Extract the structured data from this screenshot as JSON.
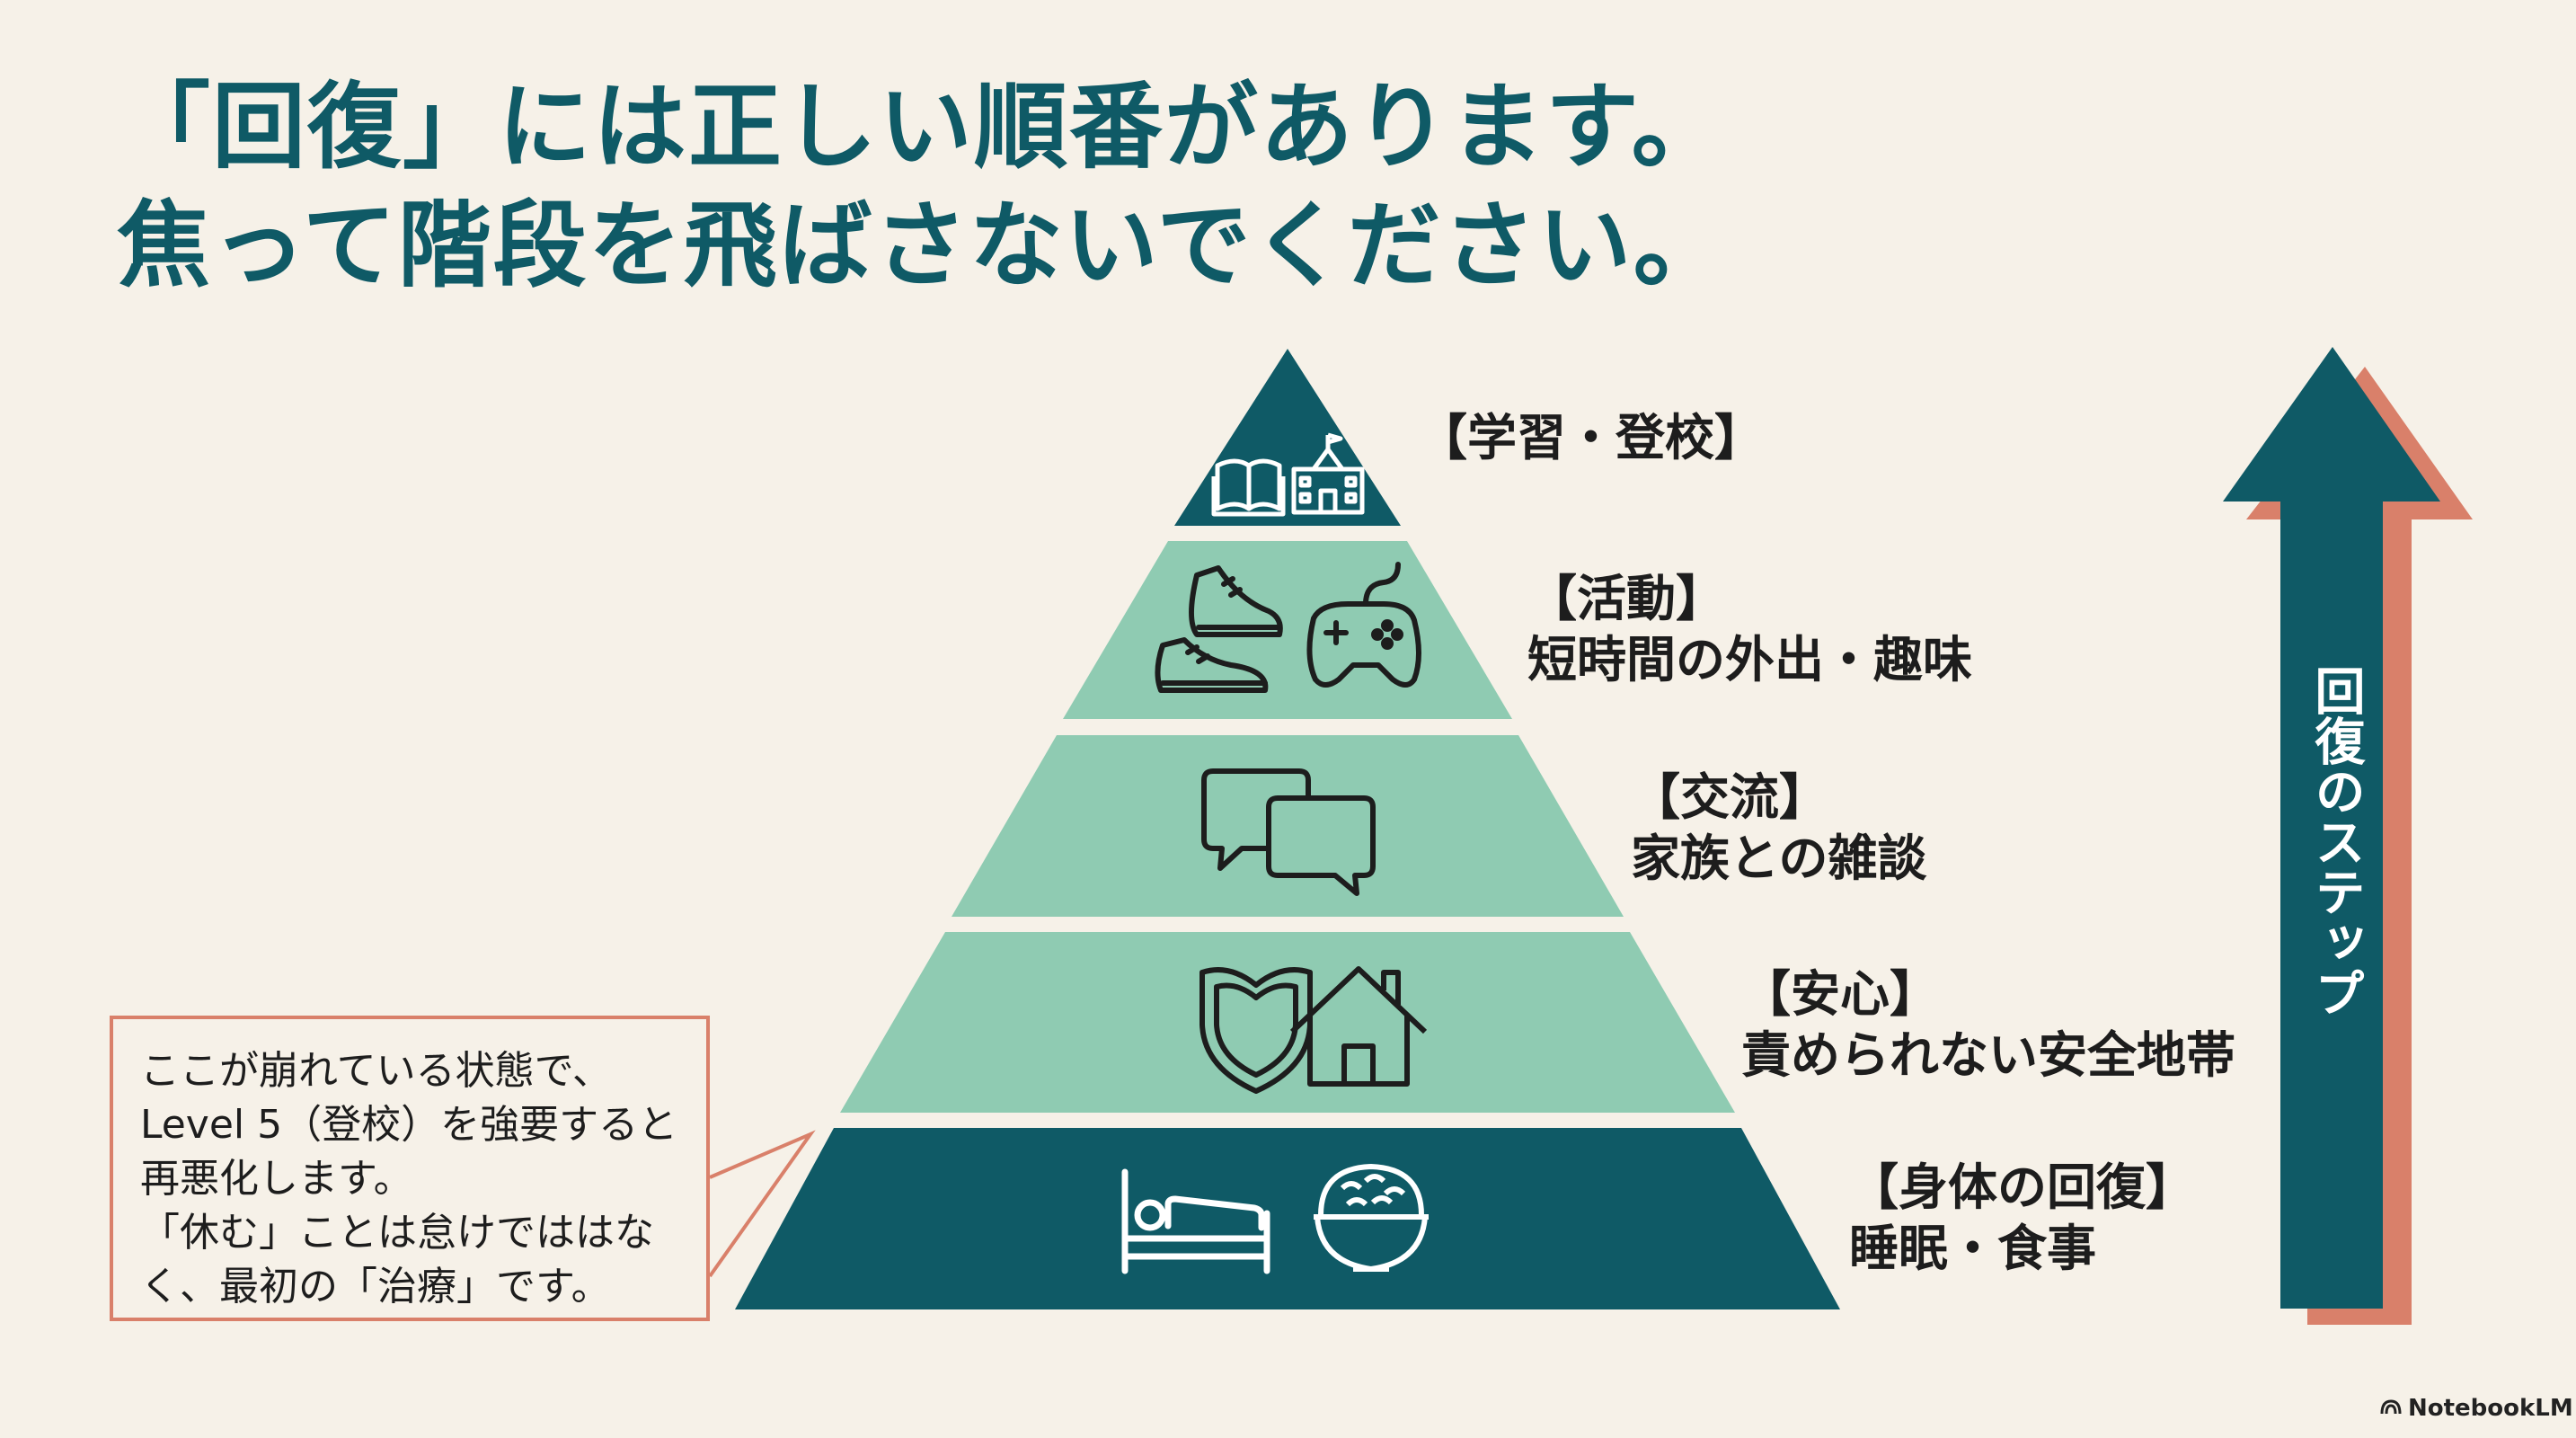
{
  "title": {
    "line1": "「回復」には正しい順番があります。",
    "line2": "焦って階段を飛ばさないでください。"
  },
  "pyramid": {
    "levels": [
      {
        "heading": "【学習・登校】",
        "detail": "",
        "icons": [
          "book-icon",
          "school-icon"
        ]
      },
      {
        "heading": "【活動】",
        "detail": "短時間の外出・趣味",
        "icons": [
          "shoes-icon",
          "gamepad-icon"
        ]
      },
      {
        "heading": "【交流】",
        "detail": "家族との雑談",
        "icons": [
          "chat-bubbles-icon"
        ]
      },
      {
        "heading": "【安心】",
        "detail": "責められない安全地帯",
        "icons": [
          "shield-icon",
          "house-icon"
        ]
      },
      {
        "heading": "【身体の回復】",
        "detail": "睡眠・食事",
        "icons": [
          "bed-icon",
          "rice-bowl-icon"
        ]
      }
    ]
  },
  "arrow": {
    "label": "回復のステップ"
  },
  "note": {
    "lines": [
      "ここが崩れている状態で、",
      "Level 5（登校）を強要すると",
      "再悪化します。",
      "「休む」ことは怠けでははな",
      "く、最初の「治療」です。"
    ]
  },
  "brand": {
    "label": "NotebookLM"
  },
  "colors": {
    "background": "#f6f1e8",
    "dark_teal": "#0f5a66",
    "light_teal": "#8fcbb2",
    "coral": "#d9806a",
    "text": "#1d1d1d"
  }
}
